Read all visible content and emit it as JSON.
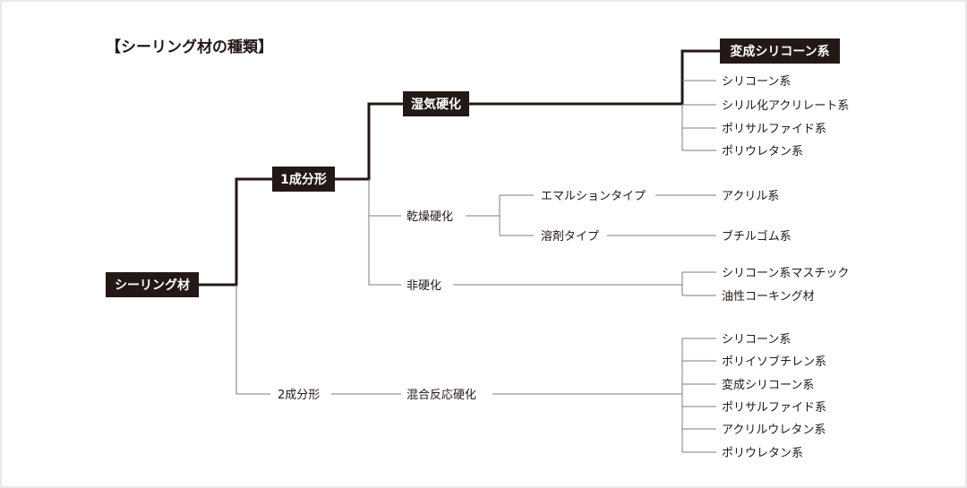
{
  "title": "【シーリング材の種類】",
  "colors": {
    "ink": "#231815",
    "line": "#7d7d7d",
    "background": "#ffffff"
  },
  "root": "シーリング材",
  "branches": {
    "one_part": "1成分形",
    "two_part": "2成分形"
  },
  "one_part_children": {
    "moisture": "湿気硬化",
    "drying": "乾燥硬化",
    "non_curing": "非硬化"
  },
  "moisture_types": [
    "変成シリコーン系",
    "シリコーン系",
    "シリル化アクリレート系",
    "ポリサルファイド系",
    "ポリウレタン系"
  ],
  "drying_types": {
    "emulsion": "エマルションタイプ",
    "emulsion_material": "アクリル系",
    "solvent": "溶剤タイプ",
    "solvent_material": "ブチルゴム系"
  },
  "non_curing_types": [
    "シリコーン系マスチック",
    "油性コーキング材"
  ],
  "two_part_child": "混合反応硬化",
  "mixed_types": [
    "シリコーン系",
    "ポリイソブチレン系",
    "変成シリコーン系",
    "ポリサルファイド系",
    "アクリルウレタン系",
    "ポリウレタン系"
  ]
}
